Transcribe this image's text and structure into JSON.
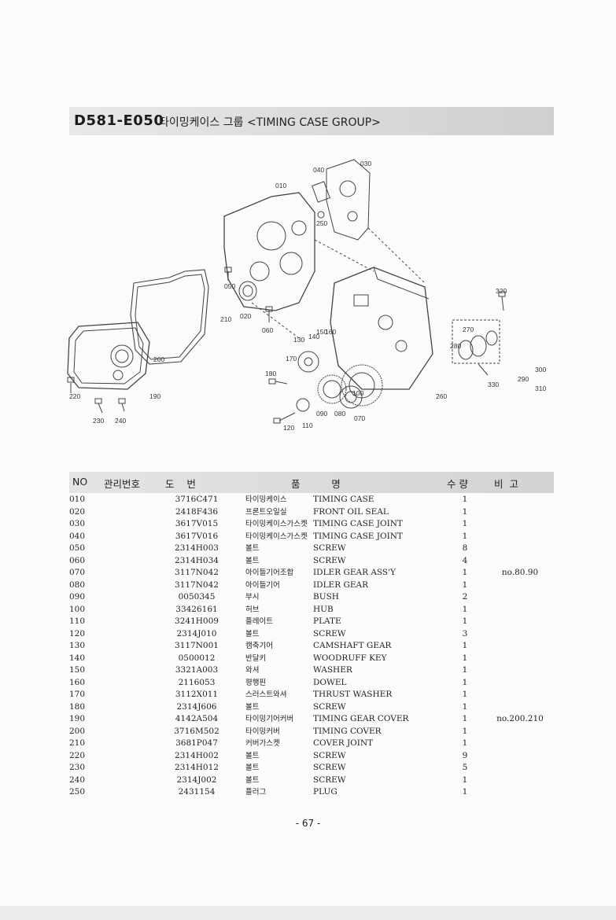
{
  "header": {
    "code": "D581-E050",
    "title": "타이밍케이스 그룹 <TIMING CASE GROUP>"
  },
  "diagram": {
    "callouts": [
      "010",
      "020",
      "030",
      "040",
      "050",
      "060",
      "070",
      "080",
      "090",
      "100",
      "110",
      "120",
      "130",
      "140",
      "150",
      "160",
      "170",
      "180",
      "190",
      "200",
      "210",
      "220",
      "230",
      "240",
      "250",
      "260",
      "270",
      "280",
      "290",
      "300",
      "310",
      "320",
      "330"
    ]
  },
  "table": {
    "headers": {
      "no": "NO",
      "mgmt": "관리번호",
      "drawing": "도    번",
      "name": "품          명",
      "qty": "수 량",
      "remark": "비  고"
    },
    "rows": [
      {
        "no": "010",
        "part": "3716C471",
        "kr": "타이밍케이스",
        "en": "TIMING CASE",
        "qty": "1",
        "remark": ""
      },
      {
        "no": "020",
        "part": "2418F436",
        "kr": "프론트오일실",
        "en": "FRONT OIL SEAL",
        "qty": "1",
        "remark": ""
      },
      {
        "no": "030",
        "part": "3617V015",
        "kr": "타이밍케이스가스켓",
        "en": "TIMING CASE JOINT",
        "qty": "1",
        "remark": ""
      },
      {
        "no": "040",
        "part": "3617V016",
        "kr": "타이밍케이스가스켓",
        "en": "TIMING CASE JOINT",
        "qty": "1",
        "remark": ""
      },
      {
        "no": "050",
        "part": "2314H003",
        "kr": "볼트",
        "en": "SCREW",
        "qty": "8",
        "remark": ""
      },
      {
        "no": "060",
        "part": "2314H034",
        "kr": "볼트",
        "en": "SCREW",
        "qty": "4",
        "remark": ""
      },
      {
        "no": "070",
        "part": "3117N042",
        "kr": "아이들기어조합",
        "en": "IDLER GEAR ASS'Y",
        "qty": "1",
        "remark": "no.80.90"
      },
      {
        "no": "080",
        "part": "3117N042",
        "kr": "아이들기어",
        "en": "IDLER GEAR",
        "qty": "1",
        "remark": ""
      },
      {
        "no": "090",
        "part": "0050345",
        "kr": "부시",
        "en": "BUSH",
        "qty": "2",
        "remark": ""
      },
      {
        "no": "100",
        "part": "33426161",
        "kr": "허브",
        "en": "HUB",
        "qty": "1",
        "remark": ""
      },
      {
        "no": "110",
        "part": "3241H009",
        "kr": "플레이트",
        "en": "PLATE",
        "qty": "1",
        "remark": ""
      },
      {
        "no": "120",
        "part": "2314J010",
        "kr": "볼트",
        "en": "SCREW",
        "qty": "3",
        "remark": ""
      },
      {
        "no": "130",
        "part": "3117N001",
        "kr": "캠축기어",
        "en": "CAMSHAFT GEAR",
        "qty": "1",
        "remark": ""
      },
      {
        "no": "140",
        "part": "0500012",
        "kr": "반달키",
        "en": "WOODRUFF KEY",
        "qty": "1",
        "remark": ""
      },
      {
        "no": "150",
        "part": "3321A003",
        "kr": "와셔",
        "en": "WASHER",
        "qty": "1",
        "remark": ""
      },
      {
        "no": "160",
        "part": "2116053",
        "kr": "평행핀",
        "en": "DOWEL",
        "qty": "1",
        "remark": ""
      },
      {
        "no": "170",
        "part": "3112X011",
        "kr": "스러스트와셔",
        "en": "THRUST WASHER",
        "qty": "1",
        "remark": ""
      },
      {
        "no": "180",
        "part": "2314J606",
        "kr": "볼트",
        "en": "SCREW",
        "qty": "1",
        "remark": ""
      },
      {
        "no": "190",
        "part": "4142A504",
        "kr": "타이밍기어커버",
        "en": "TIMING GEAR COVER",
        "qty": "1",
        "remark": "no.200.210"
      },
      {
        "no": "200",
        "part": "3716M502",
        "kr": "타이밍커버",
        "en": "TIMING COVER",
        "qty": "1",
        "remark": ""
      },
      {
        "no": "210",
        "part": "3681P047",
        "kr": "커버가스켓",
        "en": "COVER JOINT",
        "qty": "1",
        "remark": ""
      },
      {
        "no": "220",
        "part": "2314H002",
        "kr": "볼트",
        "en": "SCREW",
        "qty": "9",
        "remark": ""
      },
      {
        "no": "230",
        "part": "2314H012",
        "kr": "볼트",
        "en": "SCREW",
        "qty": "5",
        "remark": ""
      },
      {
        "no": "240",
        "part": "2314J002",
        "kr": "볼트",
        "en": "SCREW",
        "qty": "1",
        "remark": ""
      },
      {
        "no": "250",
        "part": "2431154",
        "kr": "플러그",
        "en": "PLUG",
        "qty": "1",
        "remark": ""
      }
    ]
  },
  "footer": {
    "page": "- 67 -"
  }
}
